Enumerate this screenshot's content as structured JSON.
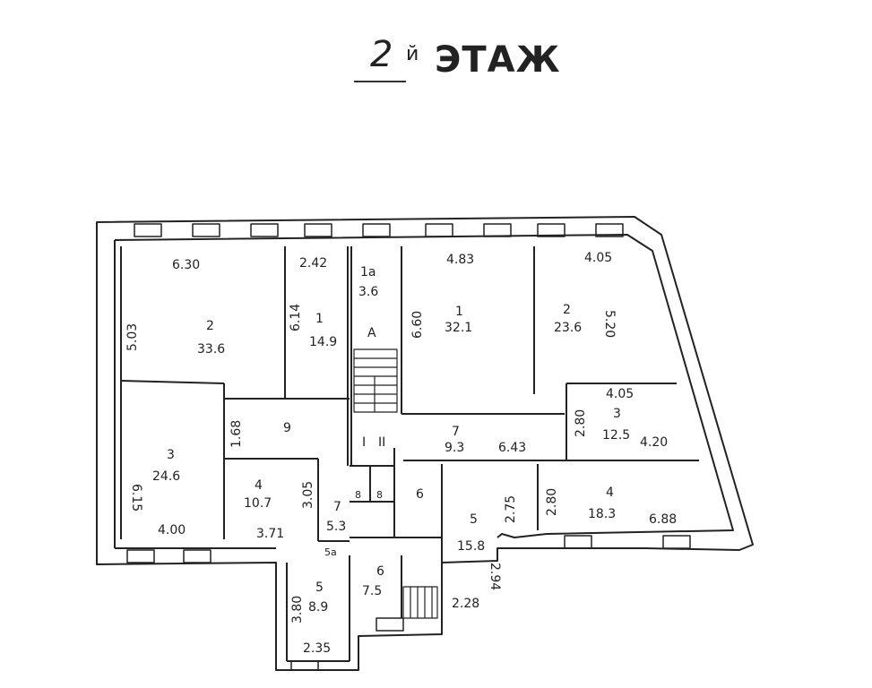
{
  "title": {
    "number": "2",
    "suffix": "й",
    "word": "ЭТАЖ"
  },
  "labels": {
    "l_630": "6.30",
    "l_503": "5.03",
    "l_2a": "2",
    "l_336": "33.6",
    "l_242": "2.42",
    "l_614": "6.14",
    "l_1a": "1",
    "l_149": "14.9",
    "l_1a_rm": "1а",
    "l_36": "3.6",
    "l_A": "А",
    "l_483": "4.83",
    "l_660": "6.60",
    "l_1b": "1",
    "l_321": "32.1",
    "l_405a": "4.05",
    "l_2b": "2",
    "l_236": "23.6",
    "l_520": "5.20",
    "l_168": "1.68",
    "l_9": "9",
    "l_615": "6.15",
    "l_3a": "3",
    "l_246": "24.6",
    "l_400": "4.00",
    "l_4a": "4",
    "l_107": "10.7",
    "l_305": "3.05",
    "l_371": "3.71",
    "l_I": "I",
    "l_II": "II",
    "l_7a": "7",
    "l_93": "9.3",
    "l_643": "6.43",
    "l_405b": "4.05",
    "l_280a": "2.80",
    "l_3b": "3",
    "l_125": "12.5",
    "l_420": "4.20",
    "l_8a": "8",
    "l_8b": "8",
    "l_6a": "6",
    "l_7b": "7",
    "l_53": "5.3",
    "l_5a": "5",
    "l_275": "2.75",
    "l_158": "15.8",
    "l_280b": "2.80",
    "l_4b": "4",
    "l_183": "18.3",
    "l_688": "6.88",
    "l_5a_rm": "5а",
    "l_6b": "6",
    "l_75": "7.5",
    "l_294": "2.94",
    "l_228": "2.28",
    "l_5b": "5",
    "l_380": "3.80",
    "l_89": "8.9",
    "l_235": "2.35"
  }
}
